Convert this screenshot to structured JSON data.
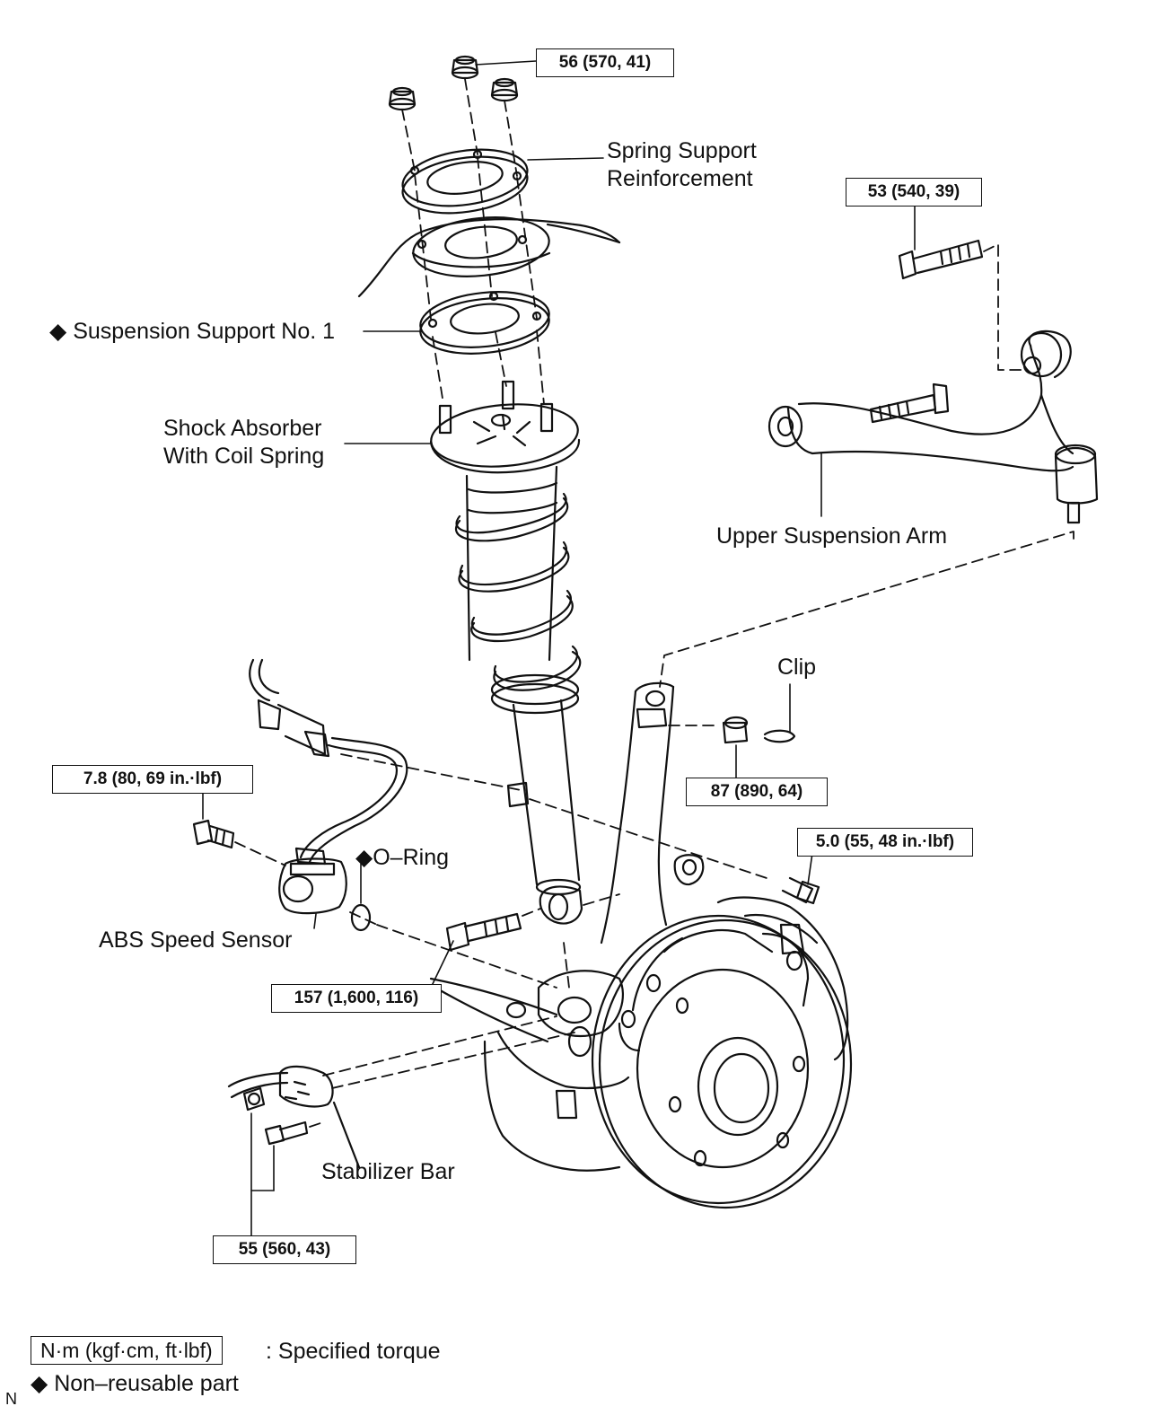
{
  "labels": {
    "spring_support_reinforcement": [
      "Spring Support",
      "Reinforcement"
    ],
    "suspension_support": "Suspension Support No. 1",
    "shock_absorber": [
      "Shock  Absorber",
      "With Coil Spring"
    ],
    "upper_suspension_arm": "Upper Suspension Arm",
    "clip": "Clip",
    "o_ring": "O–Ring",
    "abs_speed_sensor": "ABS Speed Sensor",
    "stabilizer_bar": "Stabilizer Bar"
  },
  "torques": {
    "spring_support_nuts": "56 (570, 41)",
    "upper_arm_bolt": "53 (540, 39)",
    "abs_sensor_bolt": "7.8 (80, 69 in.·lbf)",
    "ball_joint_nut": "87 (890, 64)",
    "harness_bracket_bolt": "5.0 (55, 48 in.·lbf)",
    "shock_lower_bolt": "157 (1,600, 116)",
    "stabilizer_link": "55 (560, 43)"
  },
  "legend": {
    "torque_unit": "N·m (kgf·cm, ft·lbf)",
    "torque_text": ": Specified torque",
    "nonreusable_text": "Non–reusable part",
    "diamond_symbol": "◆"
  },
  "corner_mark": "N"
}
